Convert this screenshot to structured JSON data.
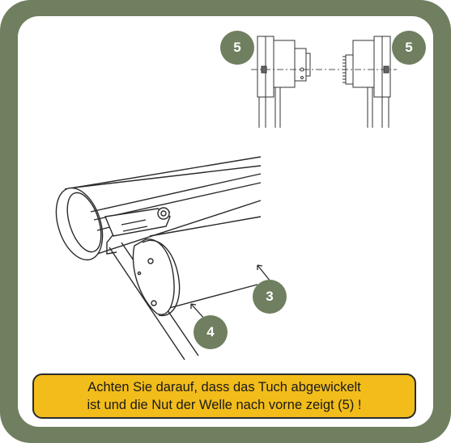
{
  "colors": {
    "frame": "#6f7f5f",
    "callout_fill": "#6f7f5f",
    "note_fill": "#f2bc1b"
  },
  "callouts": {
    "c5_left": "5",
    "c5_right": "5",
    "c3": "3",
    "c4": "4"
  },
  "note": {
    "line1": "Achten Sie darauf, dass das Tuch abgewickelt",
    "line2": "ist und die Nut der Welle nach vorne zeigt (5) !"
  }
}
